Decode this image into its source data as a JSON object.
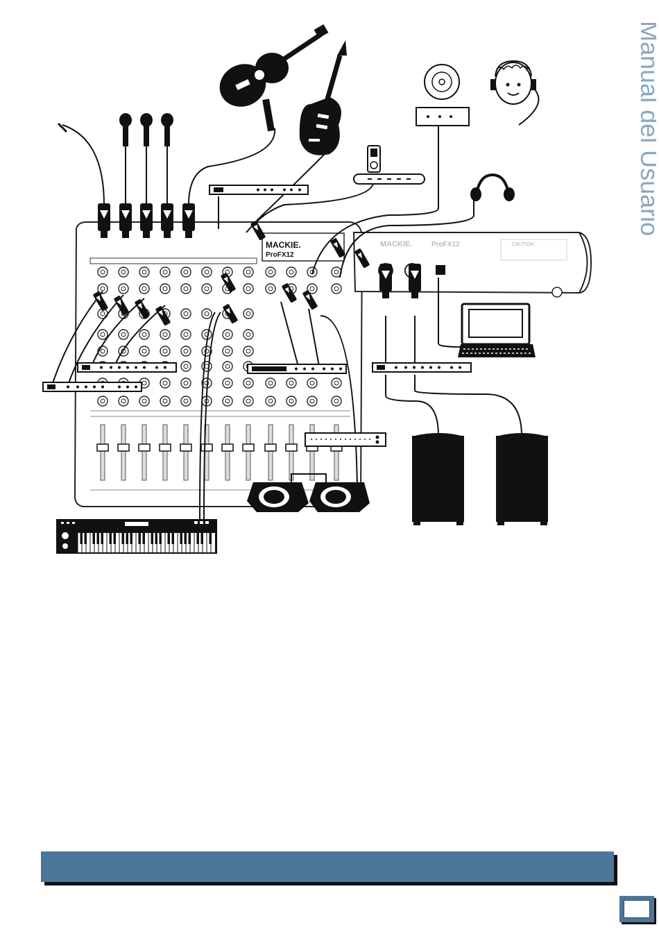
{
  "document": {
    "side_title": "Manual del Usuario",
    "mixer": {
      "brand": "MACKIE.",
      "model": "ProFX12",
      "rear_brand": "MACKIE.",
      "rear_model": "ProFX12",
      "rear_warning": "CAUTION"
    },
    "colors": {
      "accent": "#4d7598",
      "title_text": "#8aa8c0",
      "ink": "#111111"
    },
    "caption": "",
    "page_number": ""
  }
}
